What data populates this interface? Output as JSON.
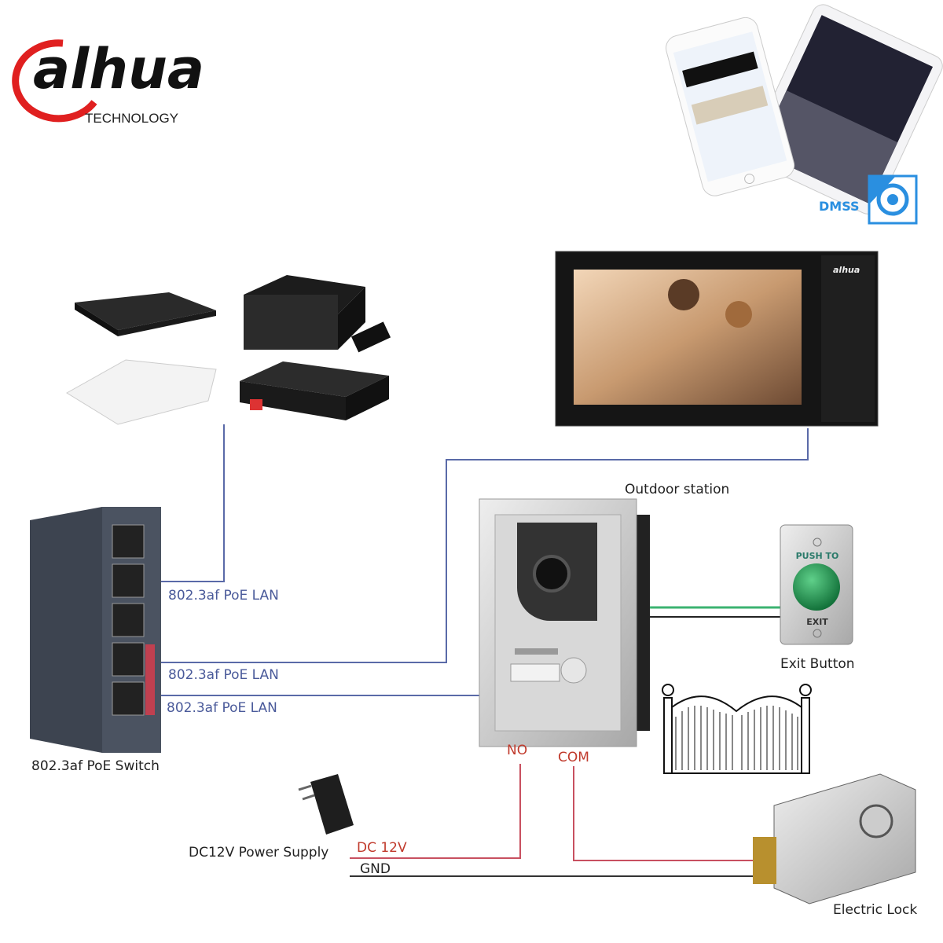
{
  "brand": {
    "logo_text": "alhua",
    "logo_subtitle": "TECHNOLOGY",
    "accent": "#e02020"
  },
  "app": {
    "name": "DMSS",
    "color": "#2a8fe0"
  },
  "monitor": {
    "brand_text": "alhua"
  },
  "labels": {
    "outdoor_station": "Outdoor station",
    "exit_button": "Exit Button",
    "push_to": "PUSH TO",
    "exit": "EXIT",
    "poe_lan_1": "802.3af PoE LAN",
    "poe_lan_2": "802.3af PoE LAN",
    "poe_lan_3": "802.3af PoE LAN",
    "poe_switch": "802.3af PoE Switch",
    "no": "NO",
    "com": "COM",
    "power_supply": "DC12V Power Supply",
    "dc12v": "DC 12V",
    "gnd": "GND",
    "electric_lock": "Electric Lock"
  },
  "colors": {
    "lan": "#5a6aa8",
    "power": "#c85060",
    "ground": "#333333",
    "exit_wire": "#3cb371"
  }
}
